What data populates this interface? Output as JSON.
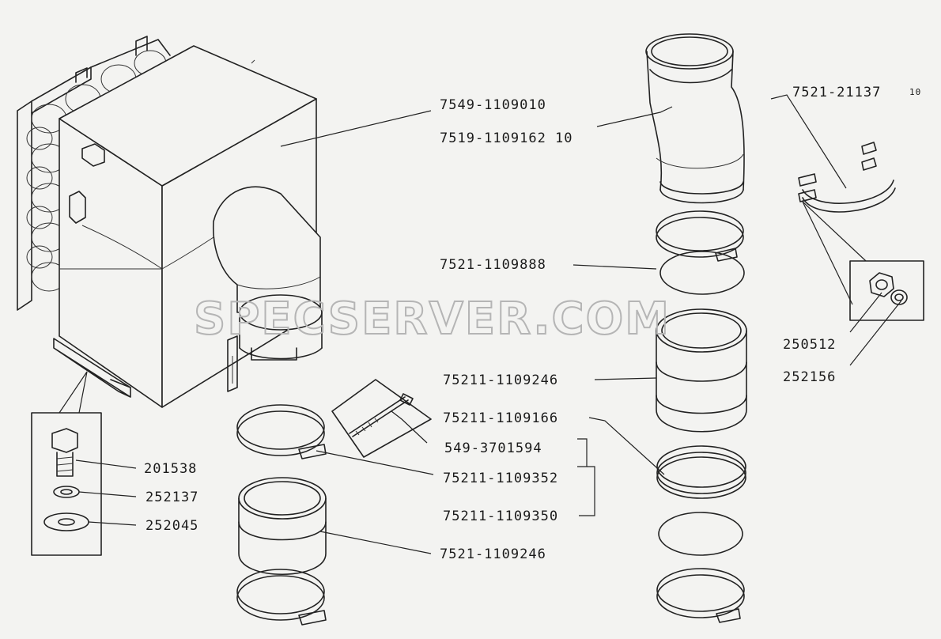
{
  "watermark": "SPECSERVER.COM",
  "colors": {
    "background": "#f3f3f1",
    "line": "#222222",
    "watermark": "#b5b5b5"
  },
  "labels": {
    "heater_unit": "7549-1109010",
    "elbow_pipe": "7519-1109162 10",
    "top_clamp": "7521-21137",
    "top_clamp_suffix": "10",
    "ring": "7521-1109888",
    "right_sleeve": "75211-1109246",
    "right_clamp": "75211-1109166",
    "screw": "549-3701594",
    "clamp_band": "75211-1109352",
    "clamp_assembly": "75211-1109350",
    "left_sleeve": "7521-1109246",
    "bolt": "201538",
    "spring_washer": "252137",
    "flat_washer": "252045",
    "nut": "250512",
    "nut_washer": "252156"
  }
}
